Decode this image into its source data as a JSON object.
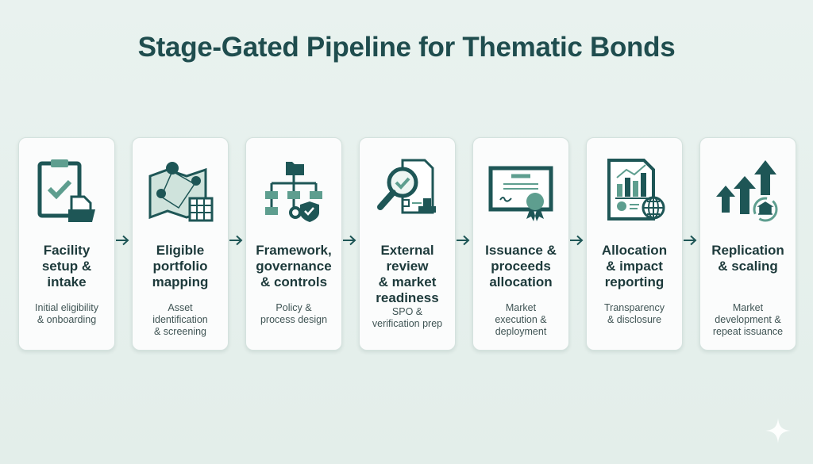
{
  "title": "Stage-Gated Pipeline for Thematic Bonds",
  "colors": {
    "dark": "#1e5656",
    "light": "#5e9e8f",
    "pale": "#cfe3dc"
  },
  "stages": [
    {
      "title": "Facility setup & intake",
      "lines": [
        "Facility",
        "setup &",
        "intake"
      ],
      "desc": [
        "Initial eligibility",
        "& onboarding"
      ],
      "icon": "clipboard-check-icon"
    },
    {
      "title": "Eligible portfolio mapping",
      "lines": [
        "Eligible",
        "portfolio",
        "mapping"
      ],
      "desc": [
        "Asset",
        "identification",
        "& screening"
      ],
      "icon": "map-pins-icon"
    },
    {
      "title": "Framework, governance & controls",
      "lines": [
        "Framework,",
        "governance",
        "& controls"
      ],
      "desc": [
        "Policy &",
        "process design"
      ],
      "icon": "org-chart-shield-icon"
    },
    {
      "title": "External review & market readiness",
      "lines": [
        "External",
        "review",
        "& market",
        "readiness"
      ],
      "desc": [
        "SPO &",
        "verification prep"
      ],
      "icon": "magnifier-document-icon"
    },
    {
      "title": "Issuance & proceeds allocation",
      "lines": [
        "Issuance &",
        "proceeds",
        "allocation"
      ],
      "desc": [
        "Market",
        "execution &",
        "deployment"
      ],
      "icon": "certificate-icon"
    },
    {
      "title": "Allocation & impact reporting",
      "lines": [
        "Allocation",
        "& impact",
        "reporting"
      ],
      "desc": [
        "Transparency",
        "& disclosure"
      ],
      "icon": "report-globe-icon"
    },
    {
      "title": "Replication & scaling",
      "lines": [
        "Replication",
        "& scaling"
      ],
      "desc": [
        "Market",
        "development &",
        "repeat issuance"
      ],
      "icon": "arrows-up-bank-icon"
    }
  ]
}
